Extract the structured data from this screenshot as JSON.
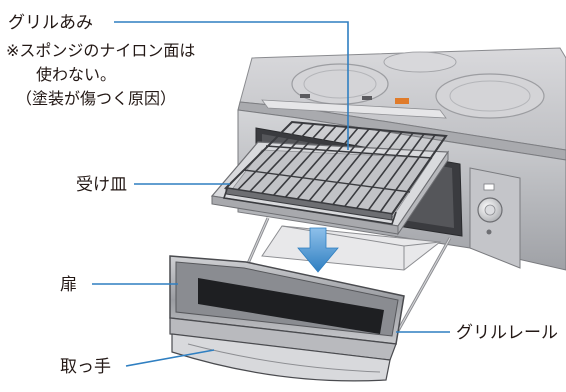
{
  "labels": {
    "grill_net": "グリルあみ",
    "note_line1": "※スポンジのナイロン面は",
    "note_line2": "使わない。",
    "note_line3": "（塗装が傷つく原因）",
    "drip_pan": "受け皿",
    "door": "扉",
    "handle": "取っ手",
    "grill_rail": "グリルレール"
  },
  "colors": {
    "leader_line": "#2f7fc1",
    "arrow": "#2f7fc1",
    "text": "#231815"
  }
}
